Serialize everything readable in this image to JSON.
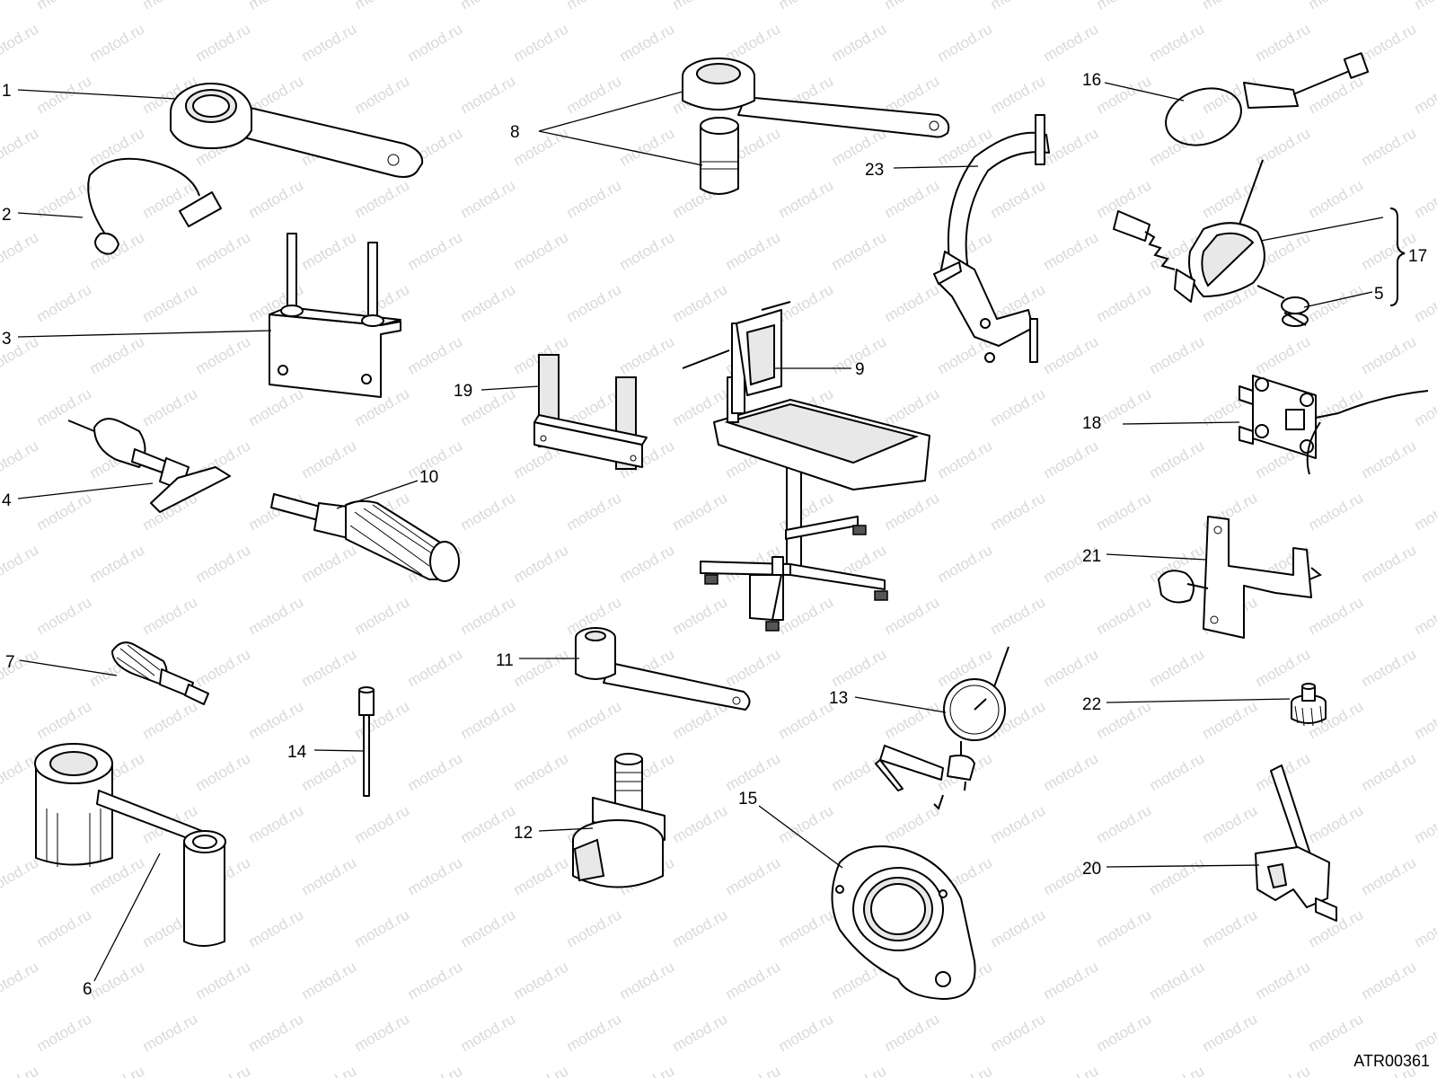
{
  "diagram_code": "ATR00361",
  "watermark_text": "motod.ru",
  "callouts": [
    {
      "id": "1",
      "label": "1",
      "tool": "ring-spanner"
    },
    {
      "id": "2",
      "label": "2",
      "tool": "bent-hook-tool"
    },
    {
      "id": "3",
      "label": "3",
      "tool": "two-stud-plate-jig"
    },
    {
      "id": "4",
      "label": "4",
      "tool": "t-handle-puller"
    },
    {
      "id": "5",
      "label": "5",
      "tool": "gauge-disc"
    },
    {
      "id": "6",
      "label": "6",
      "tool": "cup-socket-with-handle"
    },
    {
      "id": "7",
      "label": "7",
      "tool": "knurled-pin"
    },
    {
      "id": "8",
      "label": "8",
      "tool": "ring-nut-wrench-and-socket"
    },
    {
      "id": "9",
      "label": "9",
      "tool": "engine-stand"
    },
    {
      "id": "10",
      "label": "10",
      "tool": "knurled-handle-driver"
    },
    {
      "id": "11",
      "label": "11",
      "tool": "pin-wrench"
    },
    {
      "id": "12",
      "label": "12",
      "tool": "bearing-puller-block"
    },
    {
      "id": "13",
      "label": "13",
      "tool": "dial-gauge-holder"
    },
    {
      "id": "14",
      "label": "14",
      "tool": "long-pin-tool"
    },
    {
      "id": "15",
      "label": "15",
      "tool": "clutch-holder-ring"
    },
    {
      "id": "16",
      "label": "16",
      "tool": "strap-wrench"
    },
    {
      "id": "17",
      "label": "17",
      "tool": "flywheel-puller-assembly"
    },
    {
      "id": "18",
      "label": "18",
      "tool": "four-bolt-plate-with-lever"
    },
    {
      "id": "19",
      "label": "19",
      "tool": "fork-support-plates"
    },
    {
      "id": "20",
      "label": "20",
      "tool": "valve-spring-tool"
    },
    {
      "id": "21",
      "label": "21",
      "tool": "knob-bracket"
    },
    {
      "id": "22",
      "label": "22",
      "tool": "small-knurled-bush"
    },
    {
      "id": "23",
      "label": "23",
      "tool": "arc-frame-compressor"
    }
  ]
}
